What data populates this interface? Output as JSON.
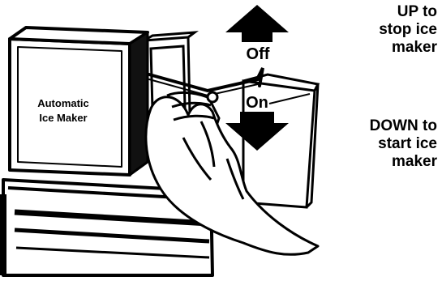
{
  "box_label_line1": "Automatic",
  "box_label_line2": "Ice Maker",
  "arm_off_label": "Off",
  "arm_on_label": "On",
  "up_note": [
    "UP to",
    "stop ice",
    "maker"
  ],
  "down_note": [
    "DOWN to",
    "start ice",
    "maker"
  ]
}
